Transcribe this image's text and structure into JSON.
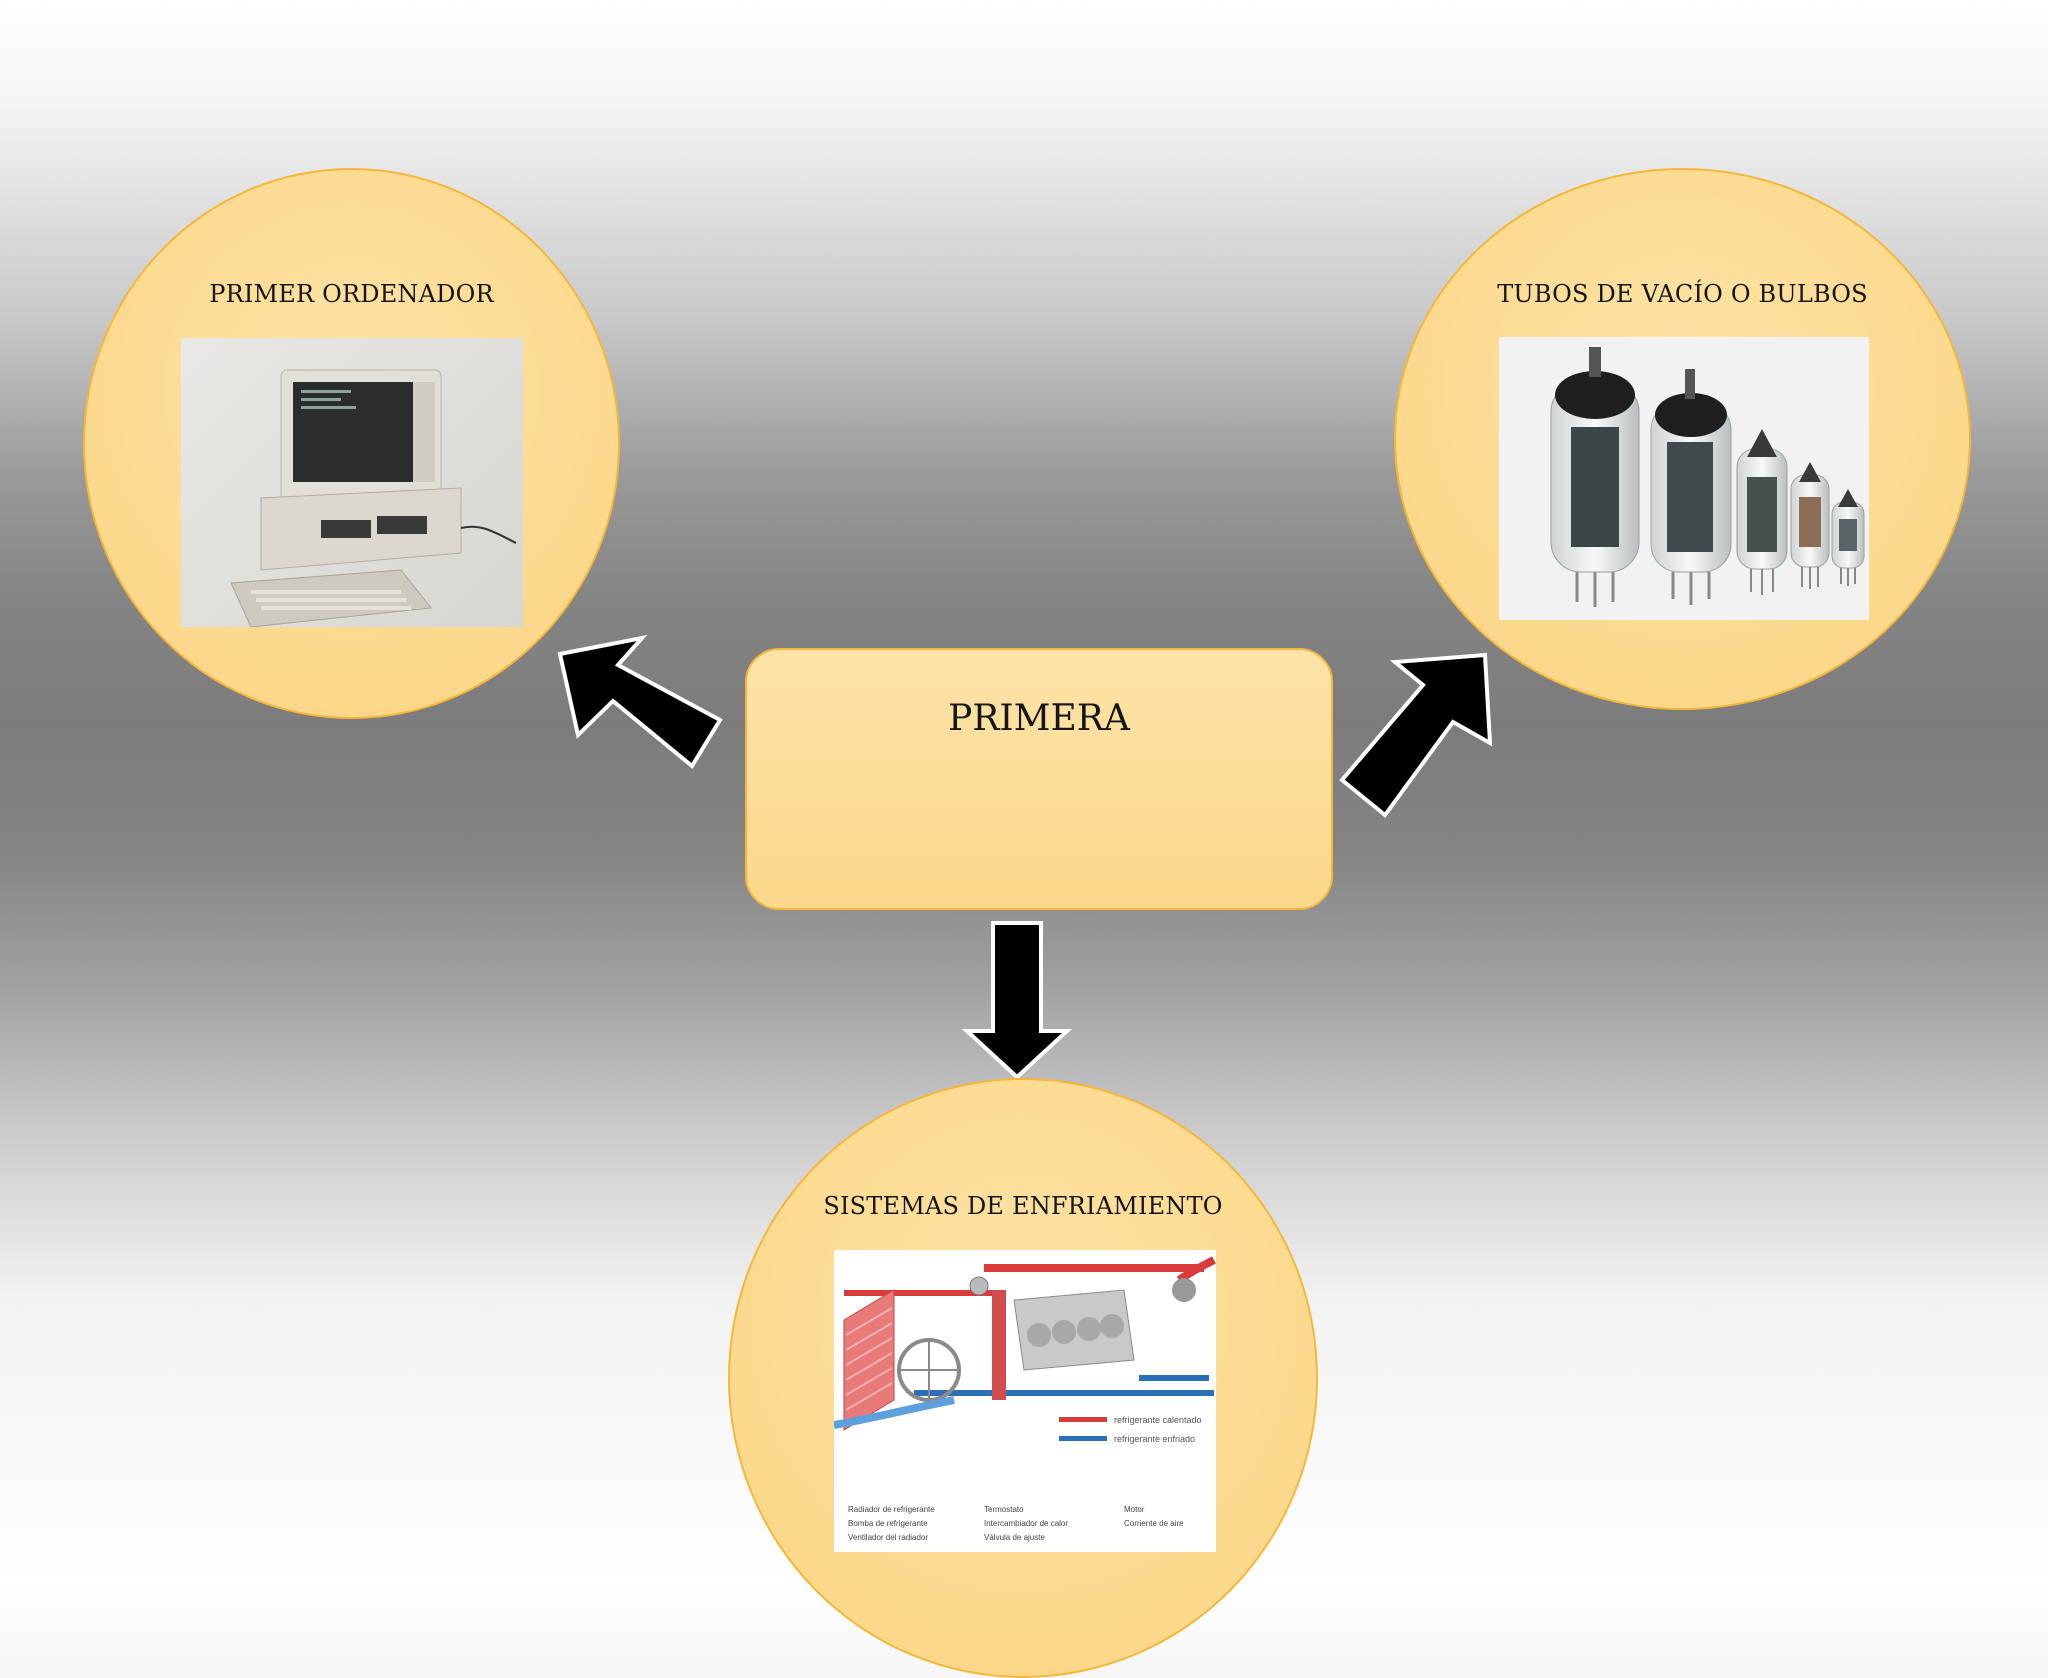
{
  "center": {
    "title": "PRIMERA"
  },
  "nodes": {
    "computer": {
      "title": "PRIMER ORDENADOR",
      "image": "vintage-personal-computer"
    },
    "tubes": {
      "title": "TUBOS DE VACÍO O BULBOS",
      "image": "vacuum-tubes"
    },
    "cooling": {
      "title": "SISTEMAS DE ENFRIAMIENTO",
      "image": "cooling-system-diagram",
      "diagram_text": {
        "legend_hot": "refrigerante calentado",
        "legend_cold": "refrigerante enfriado",
        "callouts": [
          "Radiador de refrigerante",
          "Bomba de refrigerante",
          "Ventilador del radiador",
          "Termostato",
          "Intercambiador de calor",
          "Válvula de ajuste",
          "Motor",
          "Corriente de aire"
        ]
      }
    }
  },
  "colors": {
    "node_fill": "#fbd88a",
    "node_border": "#f4b73a",
    "arrow": "#000000"
  }
}
